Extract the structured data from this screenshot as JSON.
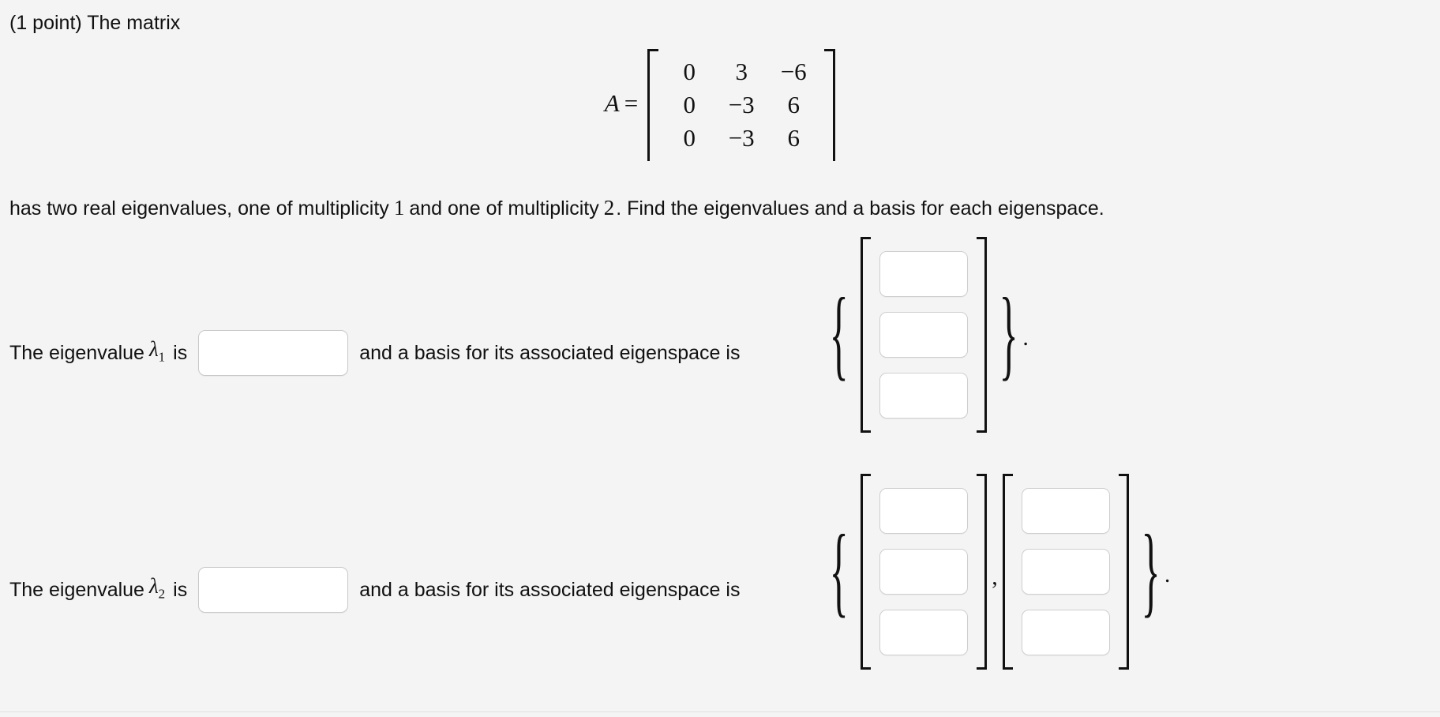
{
  "problem": {
    "points_label": "(1 point) The matrix",
    "matrix_label": "A",
    "equals": "=",
    "matrix_rows": [
      [
        "0",
        "3",
        "−6"
      ],
      [
        "0",
        "−3",
        "6"
      ],
      [
        "0",
        "−3",
        "6"
      ]
    ],
    "statement_prefix": "has two real eigenvalues, one of multiplicity",
    "multiplicity_one": "1",
    "statement_middle": "and one of multiplicity",
    "multiplicity_two": "2",
    "statement_suffix": ". Find the eigenvalues and a basis for each eigenspace."
  },
  "eigen_rows": [
    {
      "lead": "The eigenvalue",
      "symbol": "λ",
      "subscript": "1",
      "is_word": "is",
      "eigenvalue_input": {
        "value": "",
        "placeholder": ""
      },
      "mid_text": "and a basis for its associated eigenspace is",
      "open_brace": "{",
      "close_brace": "}",
      "vectors": [
        {
          "cells": [
            {
              "value": ""
            },
            {
              "value": ""
            },
            {
              "value": ""
            }
          ]
        }
      ],
      "separator": "",
      "trailing_period": "."
    },
    {
      "lead": "The eigenvalue",
      "symbol": "λ",
      "subscript": "2",
      "is_word": "is",
      "eigenvalue_input": {
        "value": "",
        "placeholder": ""
      },
      "mid_text": "and a basis for its associated eigenspace is",
      "open_brace": "{",
      "close_brace": "}",
      "vectors": [
        {
          "cells": [
            {
              "value": ""
            },
            {
              "value": ""
            },
            {
              "value": ""
            }
          ]
        },
        {
          "cells": [
            {
              "value": ""
            },
            {
              "value": ""
            },
            {
              "value": ""
            }
          ]
        }
      ],
      "separator": ",",
      "trailing_period": "."
    }
  ],
  "colors": {
    "background": "#f4f4f4",
    "text": "#111111",
    "input_background": "#ffffff",
    "input_border": "#c9c9c9",
    "rule": "#e2e2e2"
  }
}
